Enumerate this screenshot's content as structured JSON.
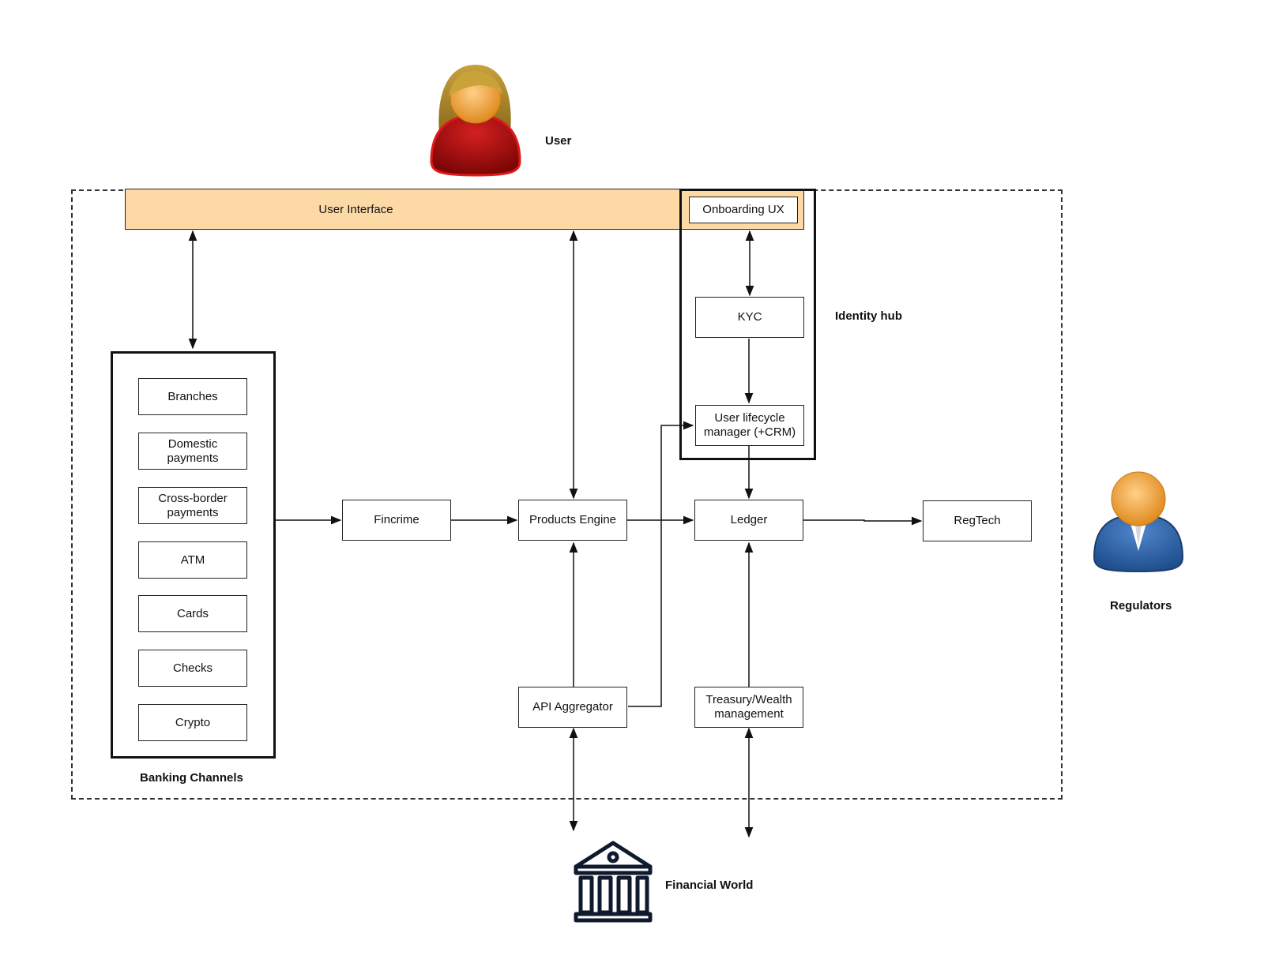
{
  "actors": {
    "user": "User",
    "regulators": "Regulators",
    "financial_world": "Financial World"
  },
  "groups": {
    "banking_channels": "Banking Channels",
    "identity_hub": "Identity hub"
  },
  "user_interface": {
    "label": "User Interface",
    "onboarding": "Onboarding UX"
  },
  "channels": [
    "Branches",
    "Domestic payments",
    "Cross-border payments",
    "ATM",
    "Cards",
    "Checks",
    "Crypto"
  ],
  "components": {
    "kyc": "KYC",
    "lifecycle": "User lifecycle manager  (+CRM)",
    "fincrime": "Fincrime",
    "products_engine": "Products Engine",
    "ledger": "Ledger",
    "regtech": "RegTech",
    "api_aggregator": "API Aggregator",
    "treasury": "Treasury/Wealth management"
  },
  "colors": {
    "ui_fill": "#fdd9a6",
    "user_body": "#b30f0f",
    "regulator_body": "#2f66ad",
    "head": "#f2a93b",
    "bank_icon": "#0f1a2e"
  },
  "icons": [
    "user-avatar-icon",
    "regulator-avatar-icon",
    "bank-building-icon"
  ]
}
